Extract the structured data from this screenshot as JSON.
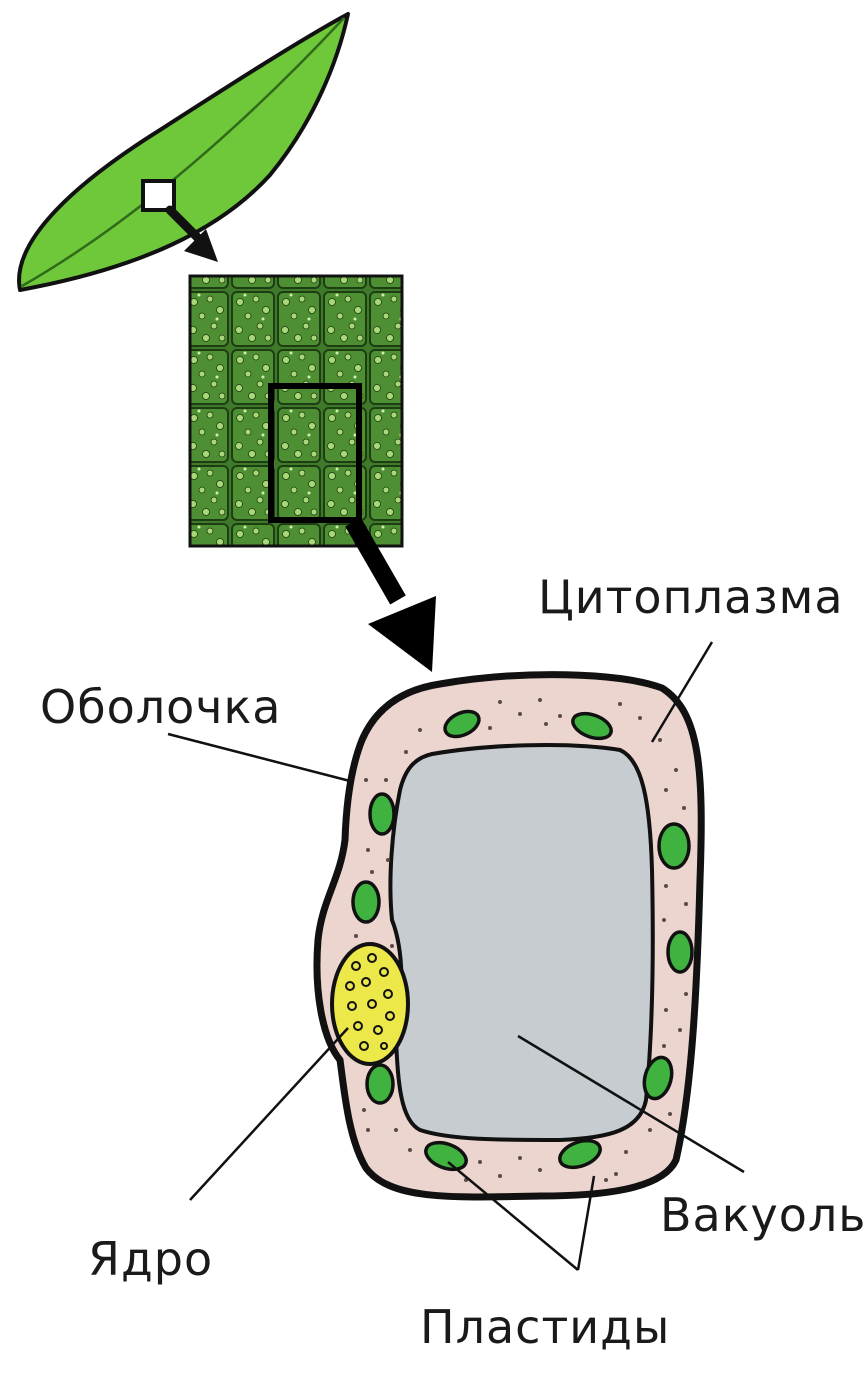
{
  "labels": {
    "cytoplasm": "Цитоплазма",
    "membrane": "Оболочка",
    "nucleus": "Ядро",
    "vacuole": "Вакуоль",
    "plastids": "Пластиды"
  },
  "colors": {
    "leaf": "#6fc83a",
    "leaf_vein": "#2f6b1a",
    "tissue": "#3f7a2a",
    "cytoplasm": "#edd5cf",
    "vacuole": "#c6cccf",
    "plastid": "#3fb23f",
    "nucleus": "#ece84a",
    "outline": "#111111"
  },
  "icons": {
    "leaf": "leaf-icon",
    "arrow": "arrow-down-right-icon"
  }
}
